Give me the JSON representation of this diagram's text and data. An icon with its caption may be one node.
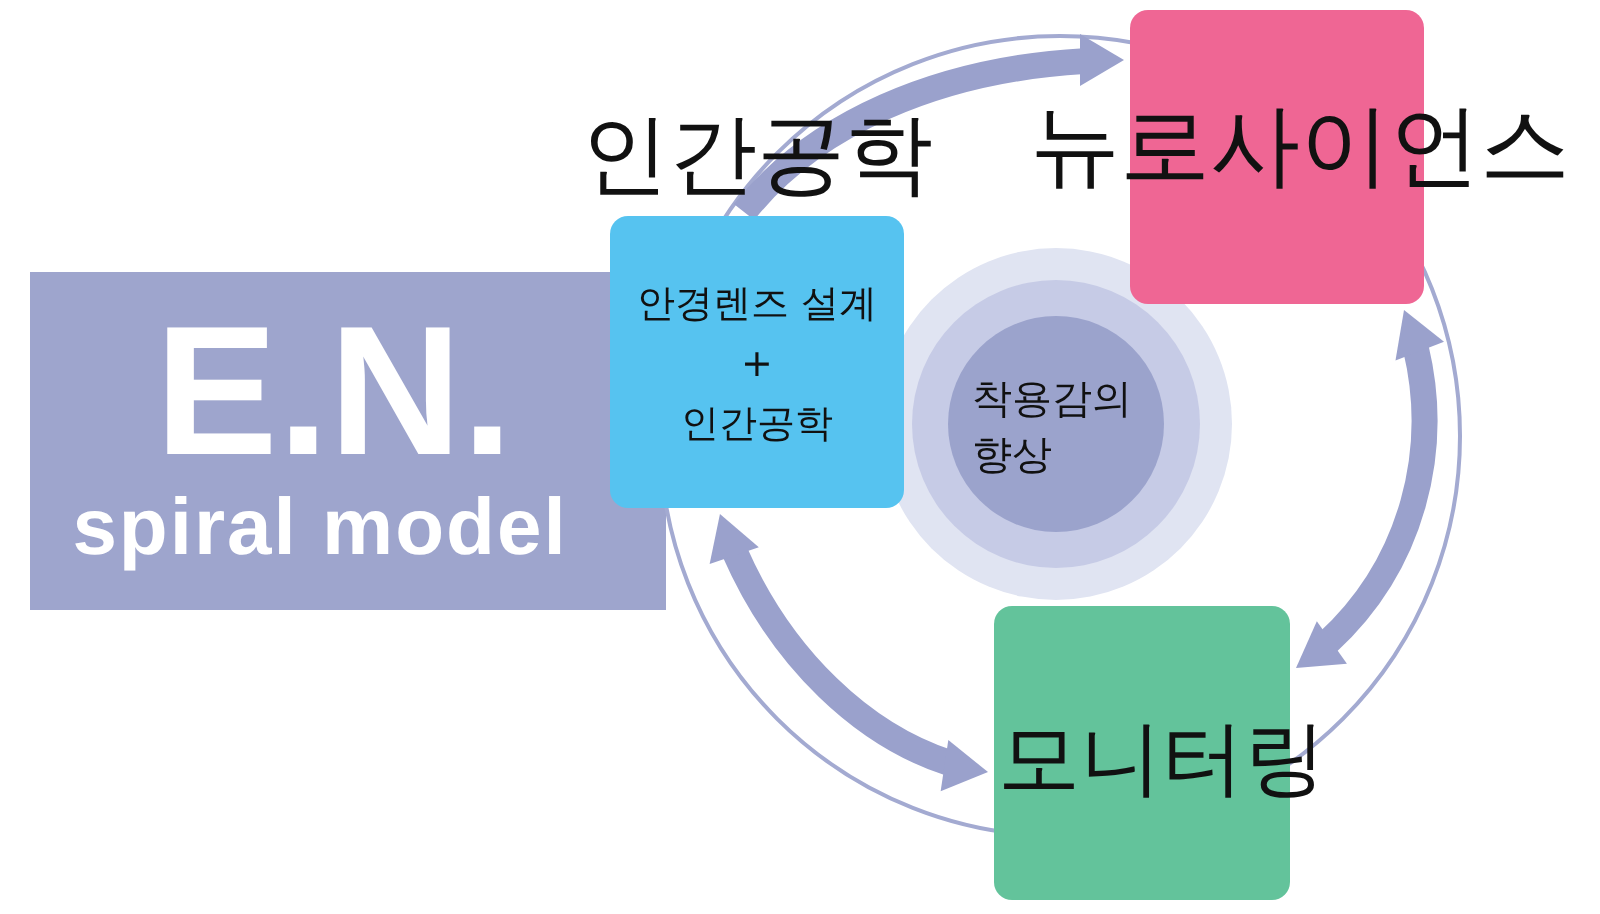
{
  "diagram": {
    "nodes": [
      {
        "text": [
          "E.N.",
          "spiral model"
        ]
      },
      {
        "text": [
          "인간공학",
          "안경렌즈 설계",
          "+",
          "인간공학"
        ]
      },
      {
        "text": [
          "뉴로사이언스"
        ]
      },
      {
        "text": [
          "착용감의 향상"
        ]
      },
      {
        "text": [
          "모니터링"
        ]
      }
    ],
    "edges": [
      {
        "from": 1,
        "to": 2,
        "arrow": "to"
      },
      {
        "from": 2,
        "to": 4,
        "arrow": "both"
      },
      {
        "from": 4,
        "to": 1,
        "arrow": "both"
      }
    ]
  }
}
